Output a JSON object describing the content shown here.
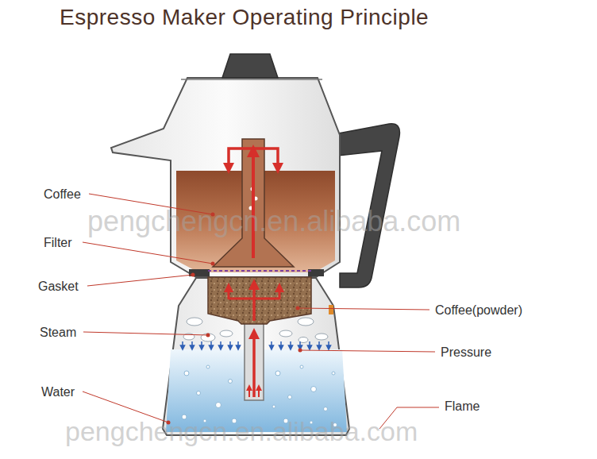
{
  "diagram": {
    "title": "Espresso Maker Operating Principle",
    "labels": [
      "Coffee",
      "Filter",
      "Gasket",
      "Steam",
      "Water",
      "Coffee(powder)",
      "Pressure",
      "Flame",
      "pengchengcn.en.alibaba.com",
      "pengchengcn.en.alibaba.com"
    ]
  }
}
